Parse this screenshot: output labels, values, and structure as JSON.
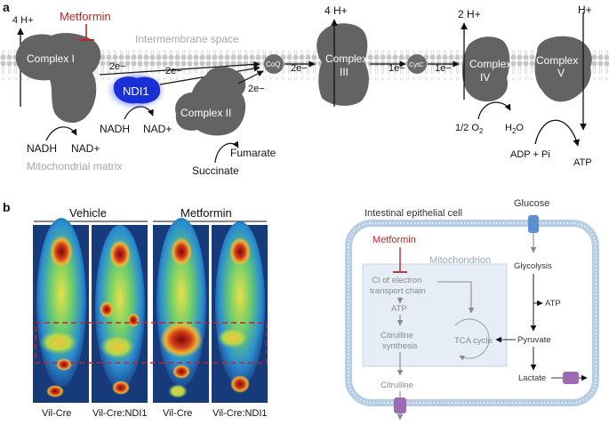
{
  "panel_a": {
    "letter": "a",
    "metformin": "Metformin",
    "intermembrane": "Intermembrane space",
    "matrix": "Mitochondrial matrix",
    "complex1": {
      "protons": "4 H+",
      "label": "Complex I",
      "electrons": "2e−"
    },
    "ndi1": {
      "label": "NDI1",
      "electrons": "2e−"
    },
    "complex2": {
      "label": "Complex II",
      "electrons": "2e−"
    },
    "coq": {
      "label": "CoQ",
      "electrons": "2e−"
    },
    "complex3": {
      "protons": "4 H+",
      "label_line1": "Complex",
      "label_line2": "III",
      "electrons": "1e−"
    },
    "cytc": {
      "label": "CytC",
      "electrons": "1e−"
    },
    "complex4": {
      "protons": "2 H+",
      "label_line1": "Complex",
      "label_line2": "IV"
    },
    "complex5": {
      "protons": "H+",
      "label_line1": "Complex",
      "label_line2": "V"
    },
    "nadh_c1": "NADH",
    "nad_c1": "NAD+",
    "nadh_ndi1": "NADH",
    "nad_ndi1": "NAD+",
    "succinate": "Succinate",
    "fumarate": "Fumarate",
    "oxygen": "1/2 O",
    "oxygen_sub": "2",
    "water": "H",
    "water_sub": "2",
    "water_end": "O",
    "adp": "ADP + Pi",
    "atp": "ATP"
  },
  "panel_b": {
    "letter": "b",
    "vehicle": "Vehicle",
    "metformin": "Metformin",
    "scans": [
      "Vil-Cre",
      "Vil-Cre:NDI1",
      "Vil-Cre",
      "Vil-Cre:NDI1"
    ],
    "cell": {
      "title": "Intestinal epithelial cell",
      "glucose": "Glucose",
      "metformin": "Metformin",
      "mito": "Mitochondrion",
      "ci_line1": "CI of electron",
      "ci_line2": "transport chain",
      "atp_mito": "ATP",
      "citrulline_synth_line1": "Citrulline",
      "citrulline_synth_line2": "synthesis",
      "tca": "TCA cycle",
      "citrulline": "Citrulline",
      "glycolysis": "Glycolysis",
      "atp_cyto": "ATP",
      "pyruvate": "Pyruvate",
      "lactate": "Lactate"
    }
  },
  "colors": {
    "metformin_red": "#b3292b",
    "complex_gray": "#636363",
    "ndi1_blue": "#1a2fd6",
    "membrane": "#c9c9c9",
    "cell_border": "#8fb4d6",
    "mito_fill": "#e6edf6",
    "transporter_blue": "#5b8fcf",
    "transporter_purple": "#9b6bb5",
    "roi_dash": "#c82030"
  }
}
